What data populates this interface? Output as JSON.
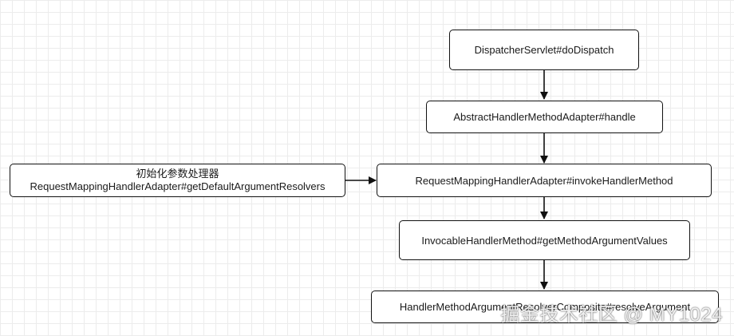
{
  "diagram": {
    "nodes": [
      {
        "id": "n1",
        "label": "DispatcherServlet#doDispatch"
      },
      {
        "id": "n2",
        "label": "AbstractHandlerMethodAdapter#handle"
      },
      {
        "id": "n3",
        "label": "RequestMappingHandlerAdapter#invokeHandlerMethod"
      },
      {
        "id": "n4",
        "label": "InvocableHandlerMethod#getMethodArgumentValues"
      },
      {
        "id": "n5",
        "label": "HandlerMethodArgumentResolverComposite#resolveArgument"
      },
      {
        "id": "n6",
        "line1": "初始化参数处理器",
        "line2": "RequestMappingHandlerAdapter#getDefaultArgumentResolvers"
      }
    ],
    "edges": [
      {
        "from": "n1",
        "to": "n2"
      },
      {
        "from": "n2",
        "to": "n3"
      },
      {
        "from": "n6",
        "to": "n3"
      },
      {
        "from": "n3",
        "to": "n4"
      },
      {
        "from": "n4",
        "to": "n5"
      }
    ]
  },
  "watermark": "掘金技术社区 @ MY1024",
  "colors": {
    "background": "#ffffff",
    "grid": "#ececec",
    "stroke": "#111111"
  }
}
